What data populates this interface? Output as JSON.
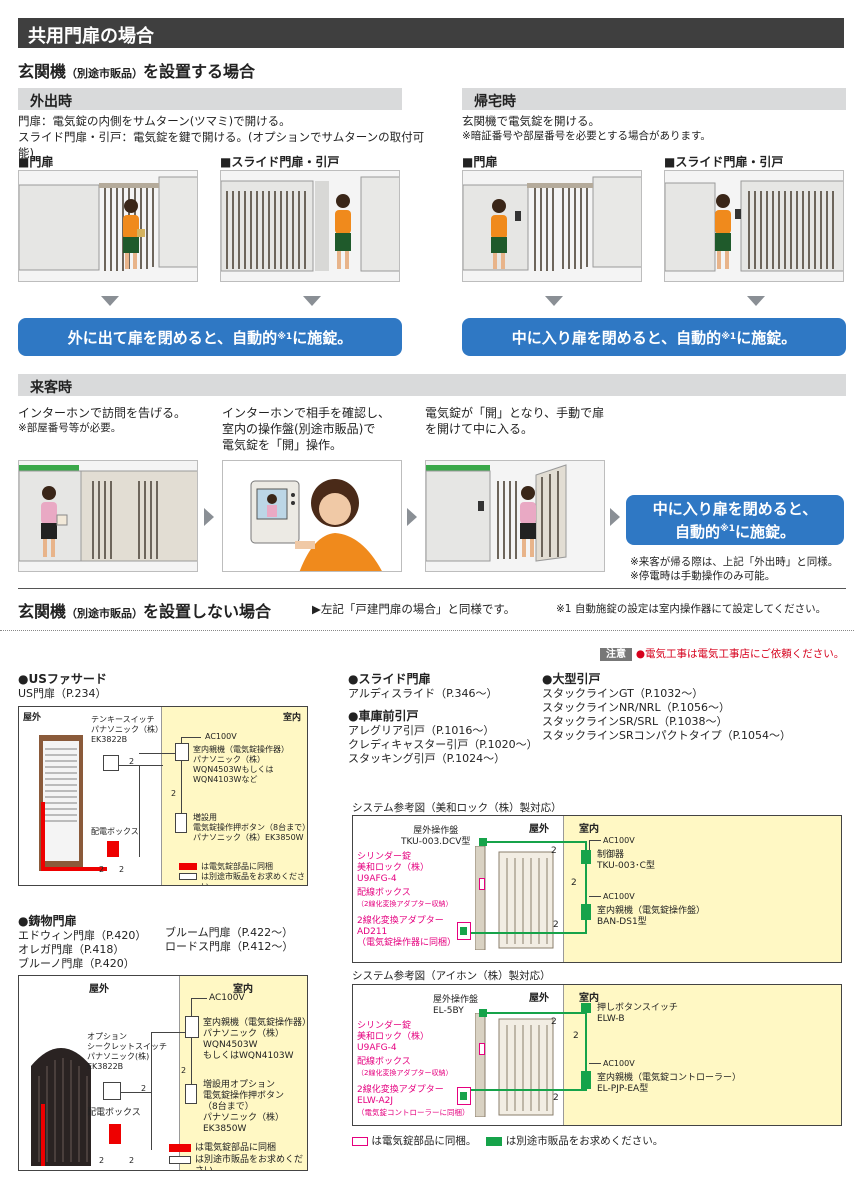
{
  "title": "共用門扉の場合",
  "install": {
    "heading": "玄関機",
    "heading_small": "（別途市販品）",
    "heading_tail": "を設置する場合"
  },
  "going_out": {
    "label": "外出時",
    "line1": "門扉：電気錠の内側をサムターン(ツマミ)で開ける。",
    "line2": "スライド門扉・引戸：電気錠を鍵で開ける。(オプションでサムターンの取付可能)",
    "sub1": "■門扉",
    "sub2": "■スライド門扉・引戸",
    "result": "外に出て扉を閉めると、自動的",
    "result_sup": "※1",
    "result_tail": "に施錠。"
  },
  "coming_home": {
    "label": "帰宅時",
    "line1": "玄関機で電気錠を開ける。",
    "note1": "※暗証番号や部屋番号を必要とする場合があります。",
    "sub1": "■門扉",
    "sub2": "■スライド門扉・引戸",
    "result": "中に入り扉を閉めると、自動的",
    "result_sup": "※1",
    "result_tail": "に施錠。"
  },
  "visitor": {
    "label": "来客時",
    "step1": "インターホンで訪問を告げる。",
    "step1_note": "※部屋番号等が必要。",
    "step2_l1": "インターホンで相手を確認し、",
    "step2_l2": "室内の操作盤(別途市販品)で",
    "step2_l3": "電気錠を「開」操作。",
    "step3_l1": "電気錠が「開」となり、手動で扉",
    "step3_l2": "を開けて中に入る。",
    "result_l1": "中に入り扉を閉めると、",
    "result_l2": "自動的",
    "result_sup": "※1",
    "result_l2_tail": "に施錠。",
    "note1": "※来客が帰る際は、上記「外出時」と同様。",
    "note2": "※停電時は手動操作のみ可能。"
  },
  "no_install": {
    "heading": "玄関機",
    "heading_small": "（別途市販品）",
    "heading_tail": "を設置しない場合",
    "arrow_text": "▶左記「戸建門扉の場合」と同様です。",
    "footnote": "※1 自動施錠の設定は室内操作器にて設定してください。"
  },
  "caution": {
    "tag": "注意",
    "text": "●電気工事は電気工事店にご依頼ください。"
  },
  "products": {
    "us_title": "●USファサード",
    "us_item": "US門扉（P.234）",
    "cast_title": "●鋳物門扉",
    "cast_items": [
      "エドウィン門扉（P.420）",
      "オレガ門扉（P.418）",
      "ブルーノ門扉（P.420）"
    ],
    "cast_items2": [
      "ブルーム門扉（P.422～）",
      "ロードス門扉（P.412～）"
    ],
    "slide_title": "●スライド門扉",
    "slide_items": [
      "アルディスライド（P.346～）"
    ],
    "garage_title": "●車庫前引戸",
    "garage_items": [
      "アレグリア引戸（P.1016～）",
      "クレディキャスター引戸（P.1020～）",
      "スタッキング引戸（P.1024～）"
    ],
    "large_title": "●大型引戸",
    "large_items": [
      "スタックラインGT（P.1032～）",
      "スタックラインNR/NRL（P.1056～）",
      "スタックラインSR/SRL（P.1038～）",
      "スタックラインSRコンパクトタイプ（P.1054～）"
    ]
  },
  "diagram1": {
    "outdoor": "屋外",
    "indoor": "室内",
    "switch": [
      "テンキースイッチ",
      "パナソニック（株）",
      "EK3822B"
    ],
    "ac": "AC100V",
    "master": [
      "室内親機（電気錠操作器）",
      "パナソニック（株）",
      "WQN4503Wもしくは",
      "WQN4103Wなど"
    ],
    "button": [
      "増設用",
      "電気錠操作押ボタン（8台まで）",
      "パナソニック（株）EK3850W"
    ],
    "box": "配電ボックス",
    "wire_label": "2",
    "legend_red": "は電気錠部品に同梱",
    "legend_white": "は別途市販品をお求めください"
  },
  "diagram2": {
    "outdoor": "屋外",
    "indoor": "室内",
    "switch": [
      "オプション",
      "シークレットスイッチ",
      "パナソニック(株)",
      "EK3822B"
    ],
    "ac": "AC100V",
    "master": [
      "室内親機（電気錠操作器）",
      "パナソニック（株）",
      "WQN4503W",
      "もしくはWQN4103W"
    ],
    "button": [
      "増設用オプション",
      "電気錠操作押ボタン",
      "（8台まで）",
      "パナソニック（株）",
      "EK3850W"
    ],
    "box": "配電ボックス",
    "wire_label": "2",
    "legend_red": "は電気錠部品に同梱",
    "legend_white": "は別途市販品をお求めください"
  },
  "diagram3": {
    "caption": "システム参考図（美和ロック（株）製対応）",
    "outdoor": "屋外",
    "indoor": "室内",
    "panel": [
      "屋外操作盤",
      "TKU-003.DCV型"
    ],
    "cylinder": [
      "シリンダー錠",
      "美和ロック（株）",
      "U9AFG-4"
    ],
    "box": "配線ボックス",
    "box_note": "（2線化変換アダプター収納）",
    "adapter": [
      "2線化変換アダプター",
      "AD211",
      "（電気錠操作器に同梱）"
    ],
    "ac1": "AC100V",
    "controller": [
      "制御器",
      "TKU-003･C型"
    ],
    "ac2": "AC100V",
    "master": [
      "室内親機（電気錠操作盤）",
      "BAN-DS1型"
    ],
    "wire_label": "2"
  },
  "diagram4": {
    "caption": "システム参考図（アイホン（株）製対応）",
    "outdoor": "屋外",
    "indoor": "室内",
    "panel": [
      "屋外操作盤",
      "EL-5BY"
    ],
    "cylinder": [
      "シリンダー錠",
      "美和ロック（株）",
      "U9AFG-4"
    ],
    "box": "配線ボックス",
    "box_note": "（2線化変換アダプター収納）",
    "adapter": [
      "2線化変換アダプター",
      "ELW-A2J",
      "（電気錠コントローラーに同梱）"
    ],
    "switch": [
      "押しボタンスイッチ",
      "ELW-B"
    ],
    "ac": "AC100V",
    "master": [
      "室内親機（電気錠コントローラー）",
      "EL-PJP-EA型"
    ],
    "wire_label": "2"
  },
  "legend_bottom": {
    "pink": "は電気錠部品に同梱。",
    "green": "は別途市販品をお求めください。"
  }
}
